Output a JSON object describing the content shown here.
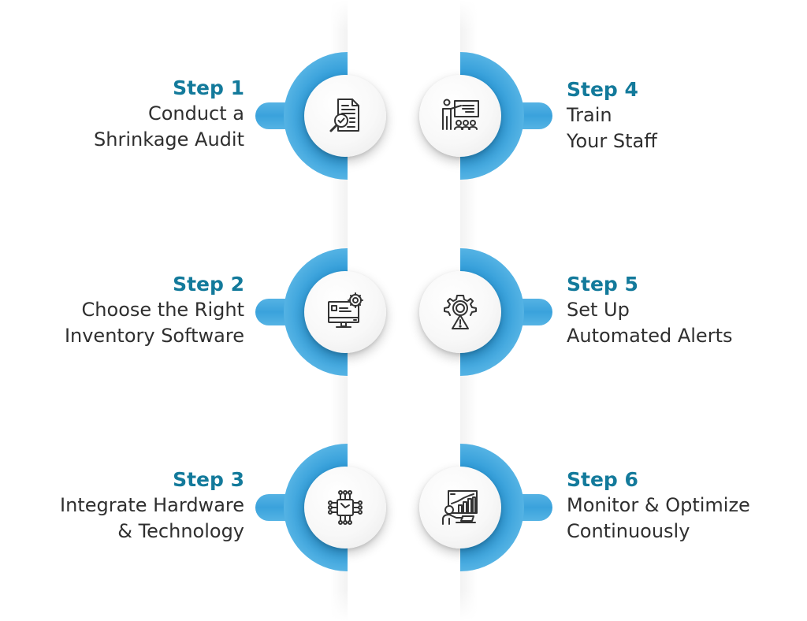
{
  "colors": {
    "step_title": "#137a9b",
    "body_text": "#2f2f2f",
    "blue_dark": "#1f8fd0",
    "blue_light": "#86cdee",
    "background": "#ffffff"
  },
  "steps": [
    {
      "title": "Step 1",
      "lines": [
        "Conduct a",
        "Shrinkage Audit"
      ],
      "icon": "document-audit-magnifier-icon",
      "side": "left"
    },
    {
      "title": "Step 2",
      "lines": [
        "Choose the Right",
        "Inventory Software"
      ],
      "icon": "monitor-gear-icon",
      "side": "left"
    },
    {
      "title": "Step 3",
      "lines": [
        "Integrate Hardware",
        "& Technology"
      ],
      "icon": "circuit-chip-icon",
      "side": "left"
    },
    {
      "title": "Step 4",
      "lines": [
        "Train",
        "Your Staff"
      ],
      "icon": "presenter-audience-icon",
      "side": "right"
    },
    {
      "title": "Step 5",
      "lines": [
        "Set Up",
        "Automated Alerts"
      ],
      "icon": "gear-alert-icon",
      "side": "right"
    },
    {
      "title": "Step 6",
      "lines": [
        "Monitor & Optimize",
        "Continuously"
      ],
      "icon": "person-analytics-chart-icon",
      "side": "right"
    }
  ]
}
